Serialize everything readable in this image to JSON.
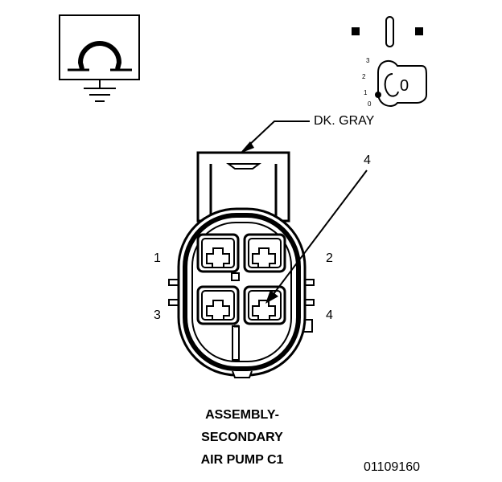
{
  "wire_color": "DK. GRAY",
  "callout_number": "4",
  "pin_labels": [
    "1",
    "2",
    "3",
    "4"
  ],
  "ignition_positions": [
    "3",
    "2",
    "1",
    "0"
  ],
  "key_label": "0",
  "title_lines": [
    "ASSEMBLY-",
    "SECONDARY",
    "AIR PUMP C1"
  ],
  "figure_number": "01109160",
  "icons": {
    "resistance": "ohm-meter-icon",
    "ground": "ground-icon",
    "ignition": "ignition-key-icon"
  },
  "colors": {
    "ink": "#000000",
    "background": "#ffffff"
  }
}
